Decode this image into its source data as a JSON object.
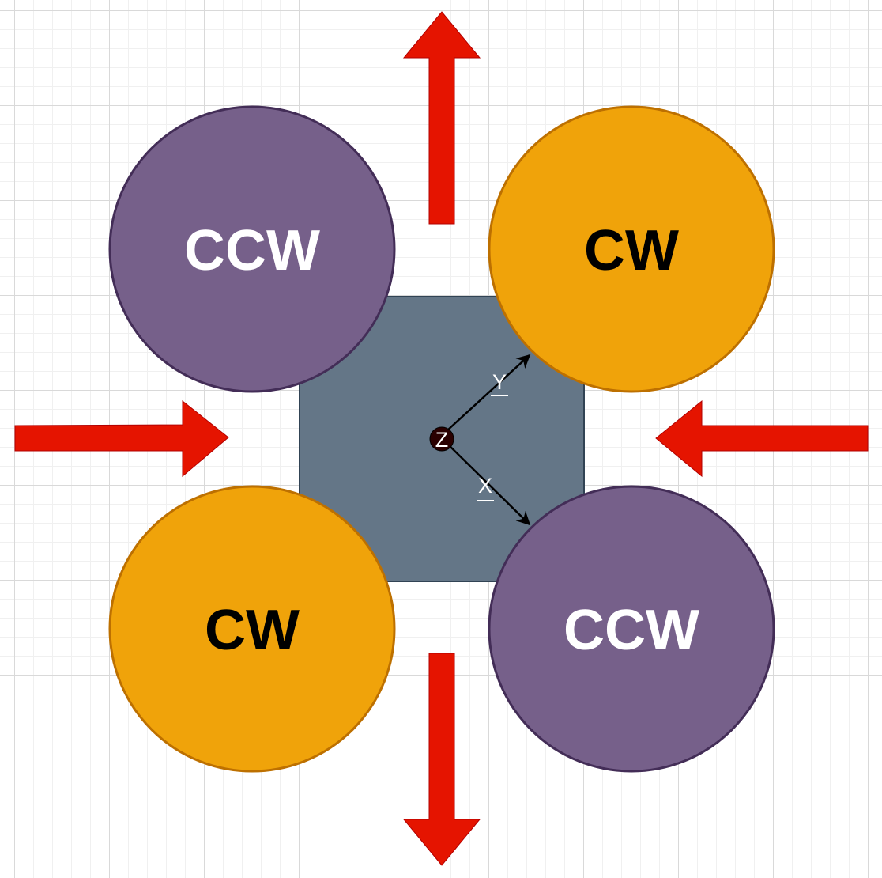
{
  "rotors": {
    "front_left": {
      "label": "CCW",
      "fill": "#76608a",
      "stroke": "#432d57",
      "text_color": "#ffffff"
    },
    "front_right": {
      "label": "CW",
      "fill": "#f0a30a",
      "stroke": "#bd7000",
      "text_color": "#000000"
    },
    "rear_left": {
      "label": "CW",
      "fill": "#f0a30a",
      "stroke": "#bd7000",
      "text_color": "#000000"
    },
    "rear_right": {
      "label": "CCW",
      "fill": "#76608a",
      "stroke": "#432d57",
      "text_color": "#ffffff"
    }
  },
  "body": {
    "fill": "#647687",
    "stroke": "#314354"
  },
  "axes": {
    "x_label": "X",
    "y_label": "Y",
    "z_label": "Z"
  },
  "arrows": {
    "fill": "#e51400",
    "stroke": "#b20000"
  }
}
